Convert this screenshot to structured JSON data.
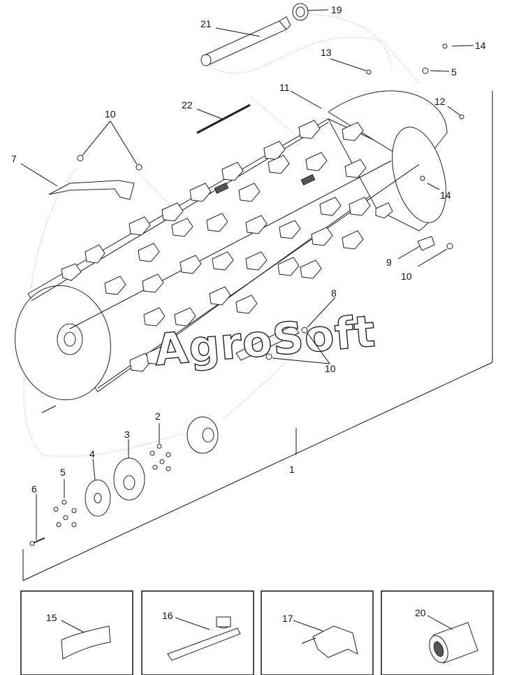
{
  "diagram": {
    "watermark": "AgroSoft",
    "callouts": [
      {
        "id": "c1",
        "text": "1"
      },
      {
        "id": "c2",
        "text": "2"
      },
      {
        "id": "c3",
        "text": "3"
      },
      {
        "id": "c4",
        "text": "4"
      },
      {
        "id": "c5a",
        "text": "5"
      },
      {
        "id": "c5b",
        "text": "5"
      },
      {
        "id": "c6",
        "text": "6"
      },
      {
        "id": "c7",
        "text": "7"
      },
      {
        "id": "c8",
        "text": "8"
      },
      {
        "id": "c9",
        "text": "9"
      },
      {
        "id": "c10a",
        "text": "10"
      },
      {
        "id": "c10b",
        "text": "10"
      },
      {
        "id": "c10c",
        "text": "10"
      },
      {
        "id": "c11",
        "text": "11"
      },
      {
        "id": "c12",
        "text": "12"
      },
      {
        "id": "c13",
        "text": "13"
      },
      {
        "id": "c14a",
        "text": "14"
      },
      {
        "id": "c14b",
        "text": "14"
      },
      {
        "id": "c15",
        "text": "15"
      },
      {
        "id": "c16",
        "text": "16"
      },
      {
        "id": "c17",
        "text": "17"
      },
      {
        "id": "c19",
        "text": "19"
      },
      {
        "id": "c20",
        "text": "20"
      },
      {
        "id": "c21",
        "text": "21"
      },
      {
        "id": "c22",
        "text": "22"
      }
    ]
  }
}
